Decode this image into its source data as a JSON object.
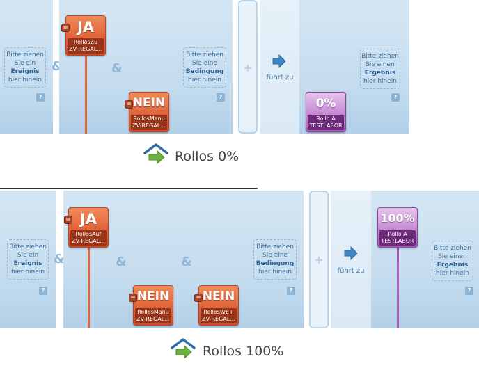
{
  "rules": [
    {
      "name": "Rollos 0%",
      "event_zone": {
        "line1": "Bitte ziehen",
        "line2": "Sie ein",
        "bold": "Ereignis",
        "line3": "hier hinein",
        "help": "?"
      },
      "condition_zone": {
        "line1": "Bitte ziehen",
        "line2": "Sie eine",
        "bold": "Bedingung",
        "line3": "hier hinein",
        "help": "?"
      },
      "result_zone": {
        "line1": "Bitte ziehen",
        "line2": "Sie einen",
        "bold": "Ergebnis",
        "line3": "hier hinein",
        "help": "?"
      },
      "amp": "&",
      "plus": "+",
      "leads_to": "führt zu",
      "tiles": [
        {
          "value": "JA",
          "sub1": "RollosZu",
          "sub2": "ZV-REGAL...",
          "eq": "="
        },
        {
          "value": "NEIN",
          "sub1": "RollosManu",
          "sub2": "ZV-REGAL...",
          "eq": "="
        }
      ],
      "result": {
        "value": "0%",
        "sub1": "Rollo A",
        "sub2": "TESTLABOR"
      }
    },
    {
      "name": "Rollos 100%",
      "event_zone": {
        "line1": "Bitte ziehen",
        "line2": "Sie ein",
        "bold": "Ereignis",
        "line3": "hier hinein",
        "help": "?"
      },
      "condition_zone": {
        "line1": "Bitte ziehen",
        "line2": "Sie eine",
        "bold": "Bedingung",
        "line3": "hier hinein",
        "help": "?"
      },
      "result_zone": {
        "line1": "Bitte ziehen",
        "line2": "Sie einen",
        "bold": "Ergebnis",
        "line3": "hier hinein",
        "help": "?"
      },
      "amp": "&",
      "plus": "+",
      "leads_to": "führt zu",
      "tiles": [
        {
          "value": "JA",
          "sub1": "RollosAuf",
          "sub2": "ZV-REGAL...",
          "eq": "="
        },
        {
          "value": "NEIN",
          "sub1": "RollosManu",
          "sub2": "ZV-REGAL...",
          "eq": "="
        },
        {
          "value": "NEIN",
          "sub1": "RollosWE+",
          "sub2": "ZV-REGAL...",
          "eq": "="
        }
      ],
      "result": {
        "value": "100%",
        "sub1": "Rollo A",
        "sub2": "TESTLABOR"
      }
    }
  ],
  "colors": {
    "orange": "#e0643a",
    "purple": "#a65bb6",
    "arrow": "#3e86c4",
    "house": "#2f6fa8",
    "green": "#6db33f"
  },
  "icons": {
    "leads_to": "arrow-right-icon",
    "rule": "house-arrow-icon"
  }
}
